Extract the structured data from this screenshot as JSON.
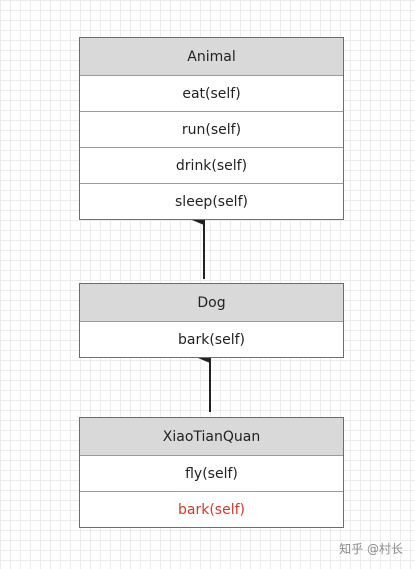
{
  "classes": {
    "animal": {
      "name": "Animal",
      "methods": [
        "eat(self)",
        "run(self)",
        "drink(self)",
        "sleep(self)"
      ]
    },
    "dog": {
      "name": "Dog",
      "methods": [
        "bark(self)"
      ]
    },
    "xiaotianquan": {
      "name": "XiaoTianQuan",
      "methods": [
        "fly(self)",
        "bark(self)"
      ],
      "override_color": "#d0392b"
    }
  },
  "relationships": [
    {
      "from": "Dog",
      "to": "Animal",
      "type": "inheritance"
    },
    {
      "from": "XiaoTianQuan",
      "to": "Dog",
      "type": "inheritance"
    }
  ],
  "watermark": "知乎 @村长"
}
